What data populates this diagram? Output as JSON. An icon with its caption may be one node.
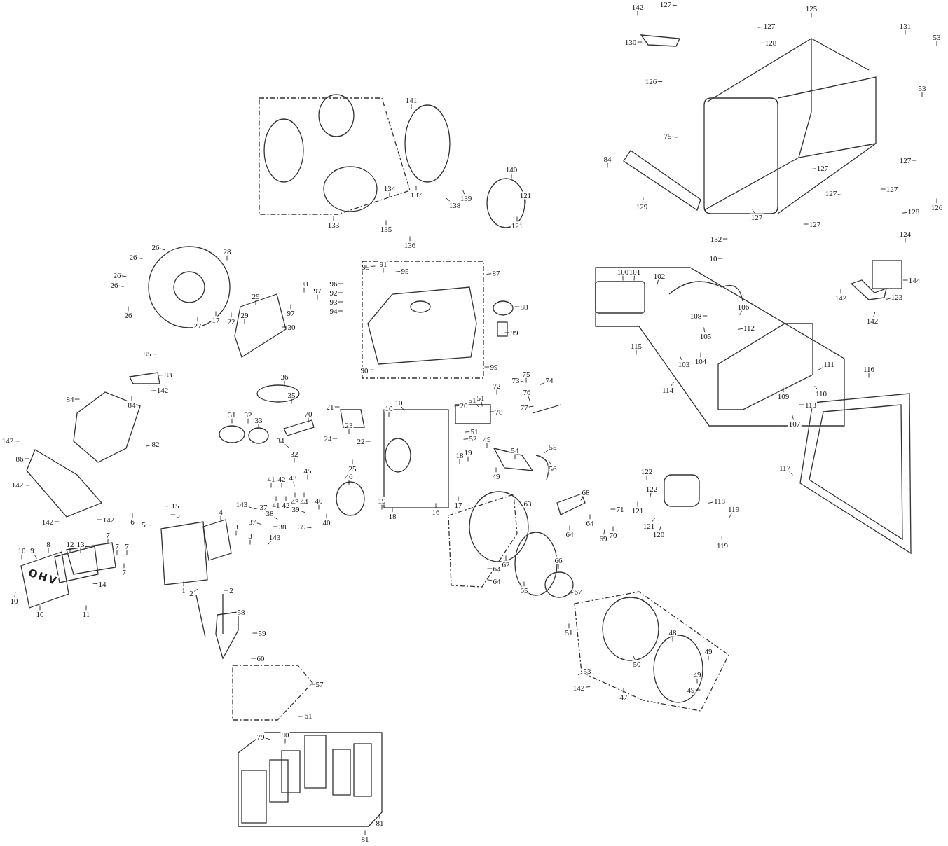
{
  "diagram": {
    "nodes": [
      {
        "text": [
          "142"
        ]
      },
      {
        "text": [
          "127"
        ]
      },
      {
        "text": [
          "127"
        ]
      },
      {
        "text": [
          "125"
        ]
      },
      {
        "text": [
          "131"
        ]
      },
      {
        "text": [
          "53"
        ]
      },
      {
        "text": [
          "128"
        ]
      },
      {
        "text": [
          "130"
        ]
      },
      {
        "text": [
          "126"
        ]
      },
      {
        "text": [
          "53"
        ]
      },
      {
        "text": [
          "75"
        ]
      },
      {
        "text": [
          "84"
        ]
      },
      {
        "text": [
          "127"
        ]
      },
      {
        "text": [
          "127"
        ]
      },
      {
        "text": [
          "127"
        ]
      },
      {
        "text": [
          "127"
        ]
      },
      {
        "text": [
          "126"
        ]
      },
      {
        "text": [
          "129"
        ]
      },
      {
        "text": [
          "127"
        ]
      },
      {
        "text": [
          "128"
        ]
      },
      {
        "text": [
          "127"
        ]
      },
      {
        "text": [
          "132"
        ]
      },
      {
        "text": [
          "10"
        ]
      },
      {
        "text": [
          "124"
        ]
      },
      {
        "text": [
          "144"
        ]
      },
      {
        "text": [
          "142"
        ]
      },
      {
        "text": [
          "123"
        ]
      },
      {
        "text": [
          "142"
        ]
      },
      {
        "text": [
          "100"
        ]
      },
      {
        "text": [
          "101"
        ]
      },
      {
        "text": [
          "102"
        ]
      },
      {
        "text": [
          "108"
        ]
      },
      {
        "text": [
          "106"
        ]
      },
      {
        "text": [
          "112"
        ]
      },
      {
        "text": [
          "105"
        ]
      },
      {
        "text": [
          "115"
        ]
      },
      {
        "text": [
          "103"
        ]
      },
      {
        "text": [
          "104"
        ]
      },
      {
        "text": [
          "111"
        ]
      },
      {
        "text": [
          "116"
        ]
      },
      {
        "text": [
          "109"
        ]
      },
      {
        "text": [
          "110"
        ]
      },
      {
        "text": [
          "113"
        ]
      },
      {
        "text": [
          "114"
        ]
      },
      {
        "text": [
          "107"
        ]
      },
      {
        "text": [
          "117"
        ]
      },
      {
        "text": [
          "141"
        ]
      },
      {
        "text": [
          "133"
        ]
      },
      {
        "text": [
          "134"
        ]
      },
      {
        "text": [
          "137"
        ]
      },
      {
        "text": [
          "139"
        ]
      },
      {
        "text": [
          "140"
        ]
      },
      {
        "text": [
          "121"
        ]
      },
      {
        "text": [
          "138"
        ]
      },
      {
        "text": [
          "121"
        ]
      },
      {
        "text": [
          "135"
        ]
      },
      {
        "text": [
          "136"
        ]
      },
      {
        "text": [
          "26"
        ]
      },
      {
        "text": [
          "26"
        ]
      },
      {
        "text": [
          "26"
        ]
      },
      {
        "text": [
          "26"
        ]
      },
      {
        "text": [
          "26"
        ]
      },
      {
        "text": [
          "28"
        ]
      },
      {
        "text": [
          "27"
        ]
      },
      {
        "text": [
          "17"
        ]
      },
      {
        "text": [
          "22"
        ]
      },
      {
        "text": [
          "29"
        ]
      },
      {
        "text": [
          "29"
        ]
      },
      {
        "text": [
          "30"
        ]
      },
      {
        "text": [
          "98"
        ]
      },
      {
        "text": [
          "97"
        ]
      },
      {
        "text": [
          "97"
        ]
      },
      {
        "text": [
          "96"
        ]
      },
      {
        "text": [
          "92"
        ]
      },
      {
        "text": [
          "93"
        ]
      },
      {
        "text": [
          "94"
        ]
      },
      {
        "text": [
          "95"
        ]
      },
      {
        "text": [
          "91"
        ]
      },
      {
        "text": [
          "95"
        ]
      },
      {
        "text": [
          "87"
        ]
      },
      {
        "text": [
          "88"
        ]
      },
      {
        "text": [
          "89"
        ]
      },
      {
        "text": [
          "90"
        ]
      },
      {
        "text": [
          "99"
        ]
      },
      {
        "text": [
          "85"
        ]
      },
      {
        "text": [
          "83"
        ]
      },
      {
        "text": [
          "84"
        ]
      },
      {
        "text": [
          "84"
        ]
      },
      {
        "text": [
          "142"
        ]
      },
      {
        "text": [
          "82"
        ]
      },
      {
        "text": [
          "142"
        ]
      },
      {
        "text": [
          "86"
        ]
      },
      {
        "text": [
          "142"
        ]
      },
      {
        "text": [
          "142"
        ]
      },
      {
        "text": [
          "142"
        ]
      },
      {
        "text": [
          "36"
        ]
      },
      {
        "text": [
          "35"
        ]
      },
      {
        "text": [
          "31"
        ]
      },
      {
        "text": [
          "32"
        ]
      },
      {
        "text": [
          "33"
        ]
      },
      {
        "text": [
          "70"
        ]
      },
      {
        "text": [
          "34"
        ]
      },
      {
        "text": [
          "32"
        ]
      },
      {
        "text": [
          "21"
        ]
      },
      {
        "text": [
          "23"
        ]
      },
      {
        "text": [
          "24"
        ]
      },
      {
        "text": [
          "22"
        ]
      },
      {
        "text": [
          "25"
        ]
      },
      {
        "text": [
          "10"
        ]
      },
      {
        "text": [
          "10"
        ]
      },
      {
        "text": [
          "20"
        ]
      },
      {
        "text": [
          "51"
        ]
      },
      {
        "text": [
          "51"
        ]
      },
      {
        "text": [
          "78"
        ]
      },
      {
        "text": [
          "72"
        ]
      },
      {
        "text": [
          "73"
        ]
      },
      {
        "text": [
          "75"
        ]
      },
      {
        "text": [
          "74"
        ]
      },
      {
        "text": [
          "76"
        ]
      },
      {
        "text": [
          "77"
        ]
      },
      {
        "text": [
          "51"
        ]
      },
      {
        "text": [
          "52"
        ]
      },
      {
        "text": [
          "19"
        ]
      },
      {
        "text": [
          "18"
        ]
      },
      {
        "text": [
          "49"
        ]
      },
      {
        "text": [
          "54"
        ]
      },
      {
        "text": [
          "49"
        ]
      },
      {
        "text": [
          "55"
        ]
      },
      {
        "text": [
          "56"
        ]
      },
      {
        "text": [
          "46"
        ]
      },
      {
        "text": [
          "16"
        ]
      },
      {
        "text": [
          "17"
        ]
      },
      {
        "text": [
          "19"
        ]
      },
      {
        "text": [
          "18"
        ]
      },
      {
        "text": [
          "41"
        ]
      },
      {
        "text": [
          "42"
        ]
      },
      {
        "text": [
          "43"
        ]
      },
      {
        "text": [
          "45"
        ]
      },
      {
        "text": [
          "41"
        ]
      },
      {
        "text": [
          "42"
        ]
      },
      {
        "text": [
          "43"
        ]
      },
      {
        "text": [
          "44"
        ]
      },
      {
        "text": [
          "40"
        ]
      },
      {
        "text": [
          "39"
        ]
      },
      {
        "text": [
          "39"
        ]
      },
      {
        "text": [
          "40"
        ]
      },
      {
        "text": [
          "143"
        ]
      },
      {
        "text": [
          "37"
        ]
      },
      {
        "text": [
          "38"
        ]
      },
      {
        "text": [
          "37"
        ]
      },
      {
        "text": [
          "38"
        ]
      },
      {
        "text": [
          "143"
        ]
      },
      {
        "text": [
          "6"
        ]
      },
      {
        "text": [
          "15"
        ]
      },
      {
        "text": [
          "5"
        ]
      },
      {
        "text": [
          "5"
        ]
      },
      {
        "text": [
          "4"
        ]
      },
      {
        "text": [
          "3"
        ]
      },
      {
        "text": [
          "3"
        ]
      },
      {
        "text": [
          "7"
        ]
      },
      {
        "text": [
          "7"
        ]
      },
      {
        "text": [
          "7"
        ]
      },
      {
        "text": [
          "7"
        ]
      },
      {
        "text": [
          "12"
        ]
      },
      {
        "text": [
          "13"
        ]
      },
      {
        "text": [
          "9"
        ]
      },
      {
        "text": [
          "8"
        ]
      },
      {
        "text": [
          "10"
        ]
      },
      {
        "text": [
          "14"
        ]
      },
      {
        "text": [
          "1"
        ]
      },
      {
        "text": [
          "2"
        ]
      },
      {
        "text": [
          "2"
        ]
      },
      {
        "text": [
          "10"
        ]
      },
      {
        "text": [
          "10"
        ]
      },
      {
        "text": [
          "11"
        ]
      },
      {
        "text": [
          "58"
        ]
      },
      {
        "text": [
          "59"
        ]
      },
      {
        "text": [
          "60"
        ]
      },
      {
        "text": [
          "57"
        ]
      },
      {
        "text": [
          "61"
        ]
      },
      {
        "text": [
          "79"
        ]
      },
      {
        "text": [
          "80"
        ]
      },
      {
        "text": [
          "81"
        ]
      },
      {
        "text": [
          "81"
        ]
      },
      {
        "text": [
          "63"
        ]
      },
      {
        "text": [
          "68"
        ]
      },
      {
        "text": [
          "64"
        ]
      },
      {
        "text": [
          "64"
        ]
      },
      {
        "text": [
          "71"
        ]
      },
      {
        "text": [
          "69"
        ]
      },
      {
        "text": [
          "70"
        ]
      },
      {
        "text": [
          "122"
        ]
      },
      {
        "text": [
          "122"
        ]
      },
      {
        "text": [
          "121"
        ]
      },
      {
        "text": [
          "121"
        ]
      },
      {
        "text": [
          "120"
        ]
      },
      {
        "text": [
          "118"
        ]
      },
      {
        "text": [
          "119"
        ]
      },
      {
        "text": [
          "119"
        ]
      },
      {
        "text": [
          "62"
        ]
      },
      {
        "text": [
          "64"
        ]
      },
      {
        "text": [
          "64"
        ]
      },
      {
        "text": [
          "65"
        ]
      },
      {
        "text": [
          "66"
        ]
      },
      {
        "text": [
          "67"
        ]
      },
      {
        "text": [
          "51"
        ]
      },
      {
        "text": [
          "50"
        ]
      },
      {
        "text": [
          "48"
        ]
      },
      {
        "text": [
          "49"
        ]
      },
      {
        "text": [
          "49"
        ]
      },
      {
        "text": [
          "53"
        ]
      },
      {
        "text": [
          "49"
        ]
      },
      {
        "text": [
          "142"
        ]
      },
      {
        "text": [
          "47"
        ]
      }
    ],
    "edges": [
      {
        "from": 0,
        "to": null,
        "arrow": "none"
      },
      {
        "from": 1,
        "to": null,
        "arrow": "none"
      },
      {
        "from": 2,
        "to": null,
        "arrow": "none"
      },
      {
        "from": 3,
        "to": null,
        "arrow": "none"
      },
      {
        "from": 4,
        "to": null,
        "arrow": "none"
      },
      {
        "from": 5,
        "to": null,
        "arrow": "none"
      },
      {
        "from": 6,
        "to": null,
        "arrow": "none"
      },
      {
        "from": 7,
        "to": null,
        "arrow": "none"
      },
      {
        "from": 8,
        "to": null,
        "arrow": "none"
      },
      {
        "from": 9,
        "to": null,
        "arrow": "none"
      },
      {
        "from": 10,
        "to": null,
        "arrow": "none"
      },
      {
        "from": 11,
        "to": null,
        "arrow": "none"
      },
      {
        "from": 12,
        "to": null,
        "arrow": "none"
      },
      {
        "from": 13,
        "to": null,
        "arrow": "none"
      },
      {
        "from": 14,
        "to": null,
        "arrow": "none"
      },
      {
        "from": 15,
        "to": null,
        "arrow": "none"
      },
      {
        "from": 16,
        "to": null,
        "arrow": "none"
      },
      {
        "from": 17,
        "to": null,
        "arrow": "none"
      },
      {
        "from": 18,
        "to": null,
        "arrow": "none"
      },
      {
        "from": 19,
        "to": null,
        "arrow": "none"
      },
      {
        "from": 20,
        "to": null,
        "arrow": "none"
      },
      {
        "from": 21,
        "to": null,
        "arrow": "none"
      },
      {
        "from": 22,
        "to": null,
        "arrow": "none"
      },
      {
        "from": 23,
        "to": null,
        "arrow": "none"
      },
      {
        "from": 24,
        "to": null,
        "arrow": "none"
      },
      {
        "from": 25,
        "to": null,
        "arrow": "none"
      },
      {
        "from": 26,
        "to": null,
        "arrow": "none"
      },
      {
        "from": 27,
        "to": null,
        "arrow": "none"
      },
      {
        "from": 28,
        "to": null,
        "arrow": "none"
      },
      {
        "from": 29,
        "to": null,
        "arrow": "none"
      },
      {
        "from": 30,
        "to": null,
        "arrow": "none"
      },
      {
        "from": 31,
        "to": null,
        "arrow": "none"
      },
      {
        "from": 32,
        "to": null,
        "arrow": "none"
      },
      {
        "from": 33,
        "to": null,
        "arrow": "none"
      },
      {
        "from": 34,
        "to": null,
        "arrow": "none"
      },
      {
        "from": 35,
        "to": null,
        "arrow": "none"
      },
      {
        "from": 36,
        "to": null,
        "arrow": "none"
      },
      {
        "from": 37,
        "to": null,
        "arrow": "none"
      },
      {
        "from": 38,
        "to": null,
        "arrow": "none"
      },
      {
        "from": 39,
        "to": null,
        "arrow": "none"
      },
      {
        "from": 40,
        "to": null,
        "arrow": "none"
      },
      {
        "from": 41,
        "to": null,
        "arrow": "none"
      },
      {
        "from": 42,
        "to": null,
        "arrow": "none"
      },
      {
        "from": 43,
        "to": null,
        "arrow": "none"
      },
      {
        "from": 44,
        "to": null,
        "arrow": "none"
      },
      {
        "from": 45,
        "to": null,
        "arrow": "none"
      },
      {
        "from": 46,
        "to": null,
        "arrow": "none"
      },
      {
        "from": 47,
        "to": null,
        "arrow": "none"
      },
      {
        "from": 48,
        "to": null,
        "arrow": "none"
      },
      {
        "from": 49,
        "to": null,
        "arrow": "none"
      },
      {
        "from": 50,
        "to": null,
        "arrow": "none"
      },
      {
        "from": 51,
        "to": null,
        "arrow": "none"
      },
      {
        "from": 52,
        "to": null,
        "arrow": "none"
      },
      {
        "from": 53,
        "to": null,
        "arrow": "none"
      },
      {
        "from": 54,
        "to": null,
        "arrow": "none"
      },
      {
        "from": 55,
        "to": null,
        "arrow": "none"
      },
      {
        "from": 56,
        "to": null,
        "arrow": "none"
      },
      {
        "from": 57,
        "to": null,
        "arrow": "none"
      },
      {
        "from": 58,
        "to": null,
        "arrow": "none"
      },
      {
        "from": 59,
        "to": null,
        "arrow": "none"
      },
      {
        "from": 60,
        "to": null,
        "arrow": "none"
      },
      {
        "from": 61,
        "to": null,
        "arrow": "none"
      },
      {
        "from": 62,
        "to": null,
        "arrow": "none"
      },
      {
        "from": 63,
        "to": null,
        "arrow": "none"
      },
      {
        "from": 64,
        "to": null,
        "arrow": "none"
      },
      {
        "from": 65,
        "to": null,
        "arrow": "none"
      },
      {
        "from": 66,
        "to": null,
        "arrow": "none"
      },
      {
        "from": 67,
        "to": null,
        "arrow": "none"
      },
      {
        "from": 68,
        "to": null,
        "arrow": "none"
      },
      {
        "from": 69,
        "to": null,
        "arrow": "none"
      },
      {
        "from": 70,
        "to": null,
        "arrow": "none"
      },
      {
        "from": 71,
        "to": null,
        "arrow": "none"
      },
      {
        "from": 72,
        "to": null,
        "arrow": "none"
      },
      {
        "from": 73,
        "to": null,
        "arrow": "none"
      },
      {
        "from": 74,
        "to": null,
        "arrow": "none"
      },
      {
        "from": 75,
        "to": null,
        "arrow": "none"
      },
      {
        "from": 76,
        "to": null,
        "arrow": "none"
      },
      {
        "from": 77,
        "to": null,
        "arrow": "none"
      },
      {
        "from": 78,
        "to": null,
        "arrow": "none"
      },
      {
        "from": 79,
        "to": null,
        "arrow": "none"
      },
      {
        "from": 80,
        "to": null,
        "arrow": "none"
      },
      {
        "from": 81,
        "to": null,
        "arrow": "none"
      },
      {
        "from": 82,
        "to": null,
        "arrow": "none"
      },
      {
        "from": 83,
        "to": null,
        "arrow": "none"
      },
      {
        "from": 84,
        "to": null,
        "arrow": "none"
      },
      {
        "from": 85,
        "to": null,
        "arrow": "none"
      },
      {
        "from": 86,
        "to": null,
        "arrow": "none"
      },
      {
        "from": 87,
        "to": null,
        "arrow": "none"
      },
      {
        "from": 88,
        "to": null,
        "arrow": "none"
      },
      {
        "from": 89,
        "to": null,
        "arrow": "none"
      },
      {
        "from": 90,
        "to": null,
        "arrow": "none"
      },
      {
        "from": 91,
        "to": null,
        "arrow": "none"
      },
      {
        "from": 92,
        "to": null,
        "arrow": "none"
      },
      {
        "from": 93,
        "to": null,
        "arrow": "none"
      },
      {
        "from": 94,
        "to": null,
        "arrow": "none"
      },
      {
        "from": 95,
        "to": null,
        "arrow": "none"
      },
      {
        "from": 96,
        "to": null,
        "arrow": "none"
      },
      {
        "from": 97,
        "to": null,
        "arrow": "none"
      },
      {
        "from": 98,
        "to": null,
        "arrow": "none"
      },
      {
        "from": 99,
        "to": null,
        "arrow": "none"
      },
      {
        "from": 100,
        "to": null,
        "arrow": "none"
      },
      {
        "from": 101,
        "to": null,
        "arrow": "none"
      },
      {
        "from": 102,
        "to": null,
        "arrow": "none"
      },
      {
        "from": 103,
        "to": null,
        "arrow": "none"
      },
      {
        "from": 104,
        "to": null,
        "arrow": "none"
      },
      {
        "from": 105,
        "to": null,
        "arrow": "none"
      },
      {
        "from": 106,
        "to": null,
        "arrow": "none"
      },
      {
        "from": 107,
        "to": null,
        "arrow": "none"
      },
      {
        "from": 108,
        "to": null,
        "arrow": "none"
      },
      {
        "from": 109,
        "to": null,
        "arrow": "none"
      },
      {
        "from": 110,
        "to": null,
        "arrow": "none"
      },
      {
        "from": 111,
        "to": null,
        "arrow": "none"
      },
      {
        "from": 112,
        "to": null,
        "arrow": "none"
      },
      {
        "from": 113,
        "to": null,
        "arrow": "none"
      },
      {
        "from": 114,
        "to": null,
        "arrow": "none"
      },
      {
        "from": 115,
        "to": null,
        "arrow": "none"
      },
      {
        "from": 116,
        "to": null,
        "arrow": "none"
      },
      {
        "from": 117,
        "to": null,
        "arrow": "none"
      },
      {
        "from": 118,
        "to": null,
        "arrow": "none"
      },
      {
        "from": 119,
        "to": null,
        "arrow": "none"
      },
      {
        "from": 120,
        "to": null,
        "arrow": "none"
      },
      {
        "from": 121,
        "to": null,
        "arrow": "none"
      },
      {
        "from": 122,
        "to": null,
        "arrow": "none"
      },
      {
        "from": 123,
        "to": null,
        "arrow": "none"
      },
      {
        "from": 124,
        "to": null,
        "arrow": "none"
      },
      {
        "from": 125,
        "to": null,
        "arrow": "none"
      },
      {
        "from": 126,
        "to": null,
        "arrow": "none"
      },
      {
        "from": 127,
        "to": null,
        "arrow": "none"
      },
      {
        "from": 128,
        "to": null,
        "arrow": "none"
      },
      {
        "from": 129,
        "to": null,
        "arrow": "none"
      },
      {
        "from": 130,
        "to": null,
        "arrow": "none"
      },
      {
        "from": 131,
        "to": null,
        "arrow": "none"
      },
      {
        "from": 132,
        "to": null,
        "arrow": "none"
      },
      {
        "from": 133,
        "to": null,
        "arrow": "none"
      },
      {
        "from": 134,
        "to": null,
        "arrow": "none"
      },
      {
        "from": 135,
        "to": null,
        "arrow": "none"
      },
      {
        "from": 136,
        "to": null,
        "arrow": "none"
      },
      {
        "from": 137,
        "to": null,
        "arrow": "none"
      },
      {
        "from": 138,
        "to": null,
        "arrow": "none"
      },
      {
        "from": 139,
        "to": null,
        "arrow": "none"
      },
      {
        "from": 140,
        "to": null,
        "arrow": "none"
      },
      {
        "from": 141,
        "to": null,
        "arrow": "none"
      },
      {
        "from": 142,
        "to": null,
        "arrow": "none"
      },
      {
        "from": 143,
        "to": null,
        "arrow": "none"
      },
      {
        "from": 144,
        "to": null,
        "arrow": "none"
      },
      {
        "from": 145,
        "to": null,
        "arrow": "none"
      },
      {
        "from": 146,
        "to": null,
        "arrow": "none"
      },
      {
        "from": 147,
        "to": null,
        "arrow": "none"
      },
      {
        "from": 148,
        "to": null,
        "arrow": "none"
      },
      {
        "from": 149,
        "to": null,
        "arrow": "none"
      },
      {
        "from": 150,
        "to": null,
        "arrow": "none"
      },
      {
        "from": 151,
        "to": null,
        "arrow": "none"
      },
      {
        "from": 152,
        "to": null,
        "arrow": "none"
      },
      {
        "from": 153,
        "to": null,
        "arrow": "none"
      },
      {
        "from": 154,
        "to": null,
        "arrow": "none"
      },
      {
        "from": 155,
        "to": null,
        "arrow": "none"
      },
      {
        "from": 156,
        "to": null,
        "arrow": "none"
      },
      {
        "from": 157,
        "to": null,
        "arrow": "none"
      },
      {
        "from": 158,
        "to": null,
        "arrow": "none"
      },
      {
        "from": 159,
        "to": null,
        "arrow": "none"
      },
      {
        "from": 160,
        "to": null,
        "arrow": "none"
      },
      {
        "from": 161,
        "to": null,
        "arrow": "none"
      },
      {
        "from": 162,
        "to": null,
        "arrow": "none"
      },
      {
        "from": 163,
        "to": null,
        "arrow": "none"
      },
      {
        "from": 164,
        "to": null,
        "arrow": "none"
      },
      {
        "from": 165,
        "to": null,
        "arrow": "none"
      },
      {
        "from": 166,
        "to": null,
        "arrow": "none"
      },
      {
        "from": 167,
        "to": null,
        "arrow": "none"
      },
      {
        "from": 168,
        "to": null,
        "arrow": "none"
      },
      {
        "from": 169,
        "to": null,
        "arrow": "none"
      },
      {
        "from": 170,
        "to": null,
        "arrow": "none"
      },
      {
        "from": 171,
        "to": null,
        "arrow": "none"
      },
      {
        "from": 172,
        "to": null,
        "arrow": "none"
      },
      {
        "from": 173,
        "to": null,
        "arrow": "none"
      },
      {
        "from": 174,
        "to": null,
        "arrow": "none"
      },
      {
        "from": 175,
        "to": null,
        "arrow": "none"
      },
      {
        "from": 176,
        "to": null,
        "arrow": "none"
      },
      {
        "from": 177,
        "to": null,
        "arrow": "none"
      },
      {
        "from": 178,
        "to": null,
        "arrow": "none"
      },
      {
        "from": 179,
        "to": null,
        "arrow": "none"
      },
      {
        "from": 180,
        "to": null,
        "arrow": "none"
      },
      {
        "from": 181,
        "to": null,
        "arrow": "none"
      },
      {
        "from": 182,
        "to": null,
        "arrow": "none"
      },
      {
        "from": 183,
        "to": null,
        "arrow": "none"
      },
      {
        "from": 184,
        "to": null,
        "arrow": "none"
      },
      {
        "from": 185,
        "to": null,
        "arrow": "none"
      },
      {
        "from": 186,
        "to": null,
        "arrow": "none"
      },
      {
        "from": 187,
        "to": null,
        "arrow": "none"
      },
      {
        "from": 188,
        "to": null,
        "arrow": "none"
      },
      {
        "from": 189,
        "to": null,
        "arrow": "none"
      },
      {
        "from": 190,
        "to": null,
        "arrow": "none"
      },
      {
        "from": 191,
        "to": null,
        "arrow": "none"
      },
      {
        "from": 192,
        "to": null,
        "arrow": "none"
      },
      {
        "from": 193,
        "to": null,
        "arrow": "none"
      },
      {
        "from": 194,
        "to": null,
        "arrow": "none"
      },
      {
        "from": 195,
        "to": null,
        "arrow": "none"
      },
      {
        "from": 196,
        "to": null,
        "arrow": "none"
      },
      {
        "from": 197,
        "to": null,
        "arrow": "none"
      },
      {
        "from": 198,
        "to": null,
        "arrow": "none"
      },
      {
        "from": 199,
        "to": null,
        "arrow": "none"
      },
      {
        "from": 200,
        "to": null,
        "arrow": "none"
      },
      {
        "from": 201,
        "to": null,
        "arrow": "none"
      },
      {
        "from": 202,
        "to": null,
        "arrow": "none"
      },
      {
        "from": 203,
        "to": null,
        "arrow": "none"
      },
      {
        "from": 204,
        "to": null,
        "arrow": "none"
      },
      {
        "from": 205,
        "to": null,
        "arrow": "none"
      },
      {
        "from": 206,
        "to": null,
        "arrow": "none"
      },
      {
        "from": 207,
        "to": null,
        "arrow": "none"
      },
      {
        "from": 208,
        "to": null,
        "arrow": "none"
      },
      {
        "from": 209,
        "to": null,
        "arrow": "none"
      },
      {
        "from": 210,
        "to": null,
        "arrow": "none"
      },
      {
        "from": 211,
        "to": null,
        "arrow": "none"
      },
      {
        "from": 212,
        "to": null,
        "arrow": "none"
      },
      {
        "from": 213,
        "to": null,
        "arrow": "none"
      }
    ],
    "labels": [
      "OHV"
    ]
  }
}
